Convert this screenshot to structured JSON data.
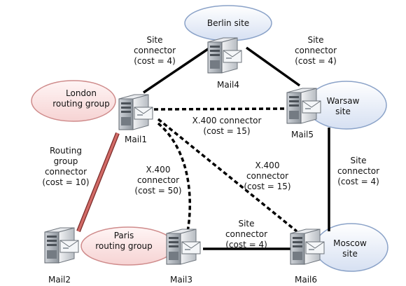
{
  "groups": {
    "berlin": {
      "line1": "Berlin site"
    },
    "london": {
      "line1": "London",
      "line2": "routing group"
    },
    "warsaw": {
      "line1": "Warsaw",
      "line2": "site"
    },
    "paris": {
      "line1": "Paris",
      "line2": "routing group"
    },
    "moscow": {
      "line1": "Moscow",
      "line2": "site"
    }
  },
  "servers": {
    "mail1": "Mail1",
    "mail2": "Mail2",
    "mail3": "Mail3",
    "mail4": "Mail4",
    "mail5": "Mail5",
    "mail6": "Mail6"
  },
  "connectors": {
    "mail1_mail4": {
      "line1": "Site",
      "line2": "connector",
      "line3": "(cost = 4)"
    },
    "mail4_mail5": {
      "line1": "Site",
      "line2": "connector",
      "line3": "(cost = 4)"
    },
    "mail1_mail5": {
      "line1": "X.400 connector",
      "line2": "(cost = 15)"
    },
    "mail1_mail2": {
      "line1": "Routing",
      "line2": "group",
      "line3": "connector",
      "line4": "(cost = 10)"
    },
    "mail1_mail3": {
      "line1": "X.400",
      "line2": "connector",
      "line3": "(cost = 50)"
    },
    "mail1_mail6": {
      "line1": "X.400",
      "line2": "connector",
      "line3": "(cost = 15)"
    },
    "mail5_mail6": {
      "line1": "Site",
      "line2": "connector",
      "line3": "(cost = 4)"
    },
    "mail3_mail6": {
      "line1": "Site",
      "line2": "connector",
      "line3": "(cost = 4)"
    }
  },
  "colors": {
    "site_fill": "#e6ecf7",
    "site_stroke": "#8aa2c8",
    "routing_group_fill": "#fbe4e4",
    "routing_group_stroke": "#cf8b8b",
    "site_connector": "#000000",
    "x400_connector": "#000000",
    "routing_group_connector": "#c0504d"
  }
}
